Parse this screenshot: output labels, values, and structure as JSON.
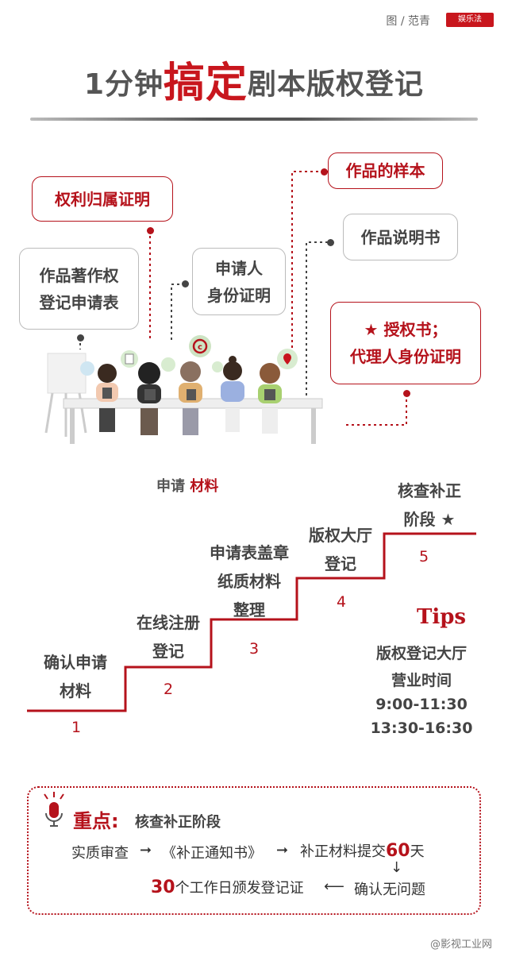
{
  "header": {
    "credit": "图 / 范青",
    "logo_text": "娱乐法",
    "title_pre": "1分钟",
    "title_big": "搞定",
    "title_post": "剧本版权登记"
  },
  "materials": {
    "rights_proof": "权利归属证明",
    "sample": "作品的样本",
    "form_line1": "作品著作权",
    "form_line2": "登记申请表",
    "applicant_line1": "申请人",
    "applicant_line2": "身份证明",
    "description": "作品说明书",
    "auth_line1": "★ 授权书；",
    "auth_line2": "代理人身份证明"
  },
  "section_label": {
    "pre": "申请",
    "em": "材料"
  },
  "steps": [
    {
      "line1": "确认申请",
      "line2": "材料",
      "num": "1"
    },
    {
      "line1": "在线注册",
      "line2": "登记",
      "num": "2"
    },
    {
      "line1": "申请表盖章",
      "line2": "纸质材料",
      "line3": "整理",
      "num": "3"
    },
    {
      "line1": "版权大厅",
      "line2": "登记",
      "num": "4"
    },
    {
      "line1": "核查补正",
      "line2": "阶段 ★",
      "num": "5"
    }
  ],
  "tips": {
    "title": "Tips",
    "line1": "版权登记大厅",
    "line2": "营业时间",
    "time1": "9:00-11:30",
    "time2": "13:30-16:30"
  },
  "key": {
    "title": "重点",
    "subtitle": "核查补正阶段",
    "f1": "实质审查",
    "f2": "《补正通知书》",
    "f3_pre": "补正材料提交",
    "f3_num": "60",
    "f3_post": "天",
    "f4": "确认无问题",
    "f5_num": "30",
    "f5_post": "个工作日颁发登记证",
    "arrow_right": "➞",
    "arrow_left": "⟵",
    "arrow_down": "↓"
  },
  "watermark": "@影视工业网",
  "colors": {
    "accent": "#b5121b",
    "text": "#444444"
  }
}
